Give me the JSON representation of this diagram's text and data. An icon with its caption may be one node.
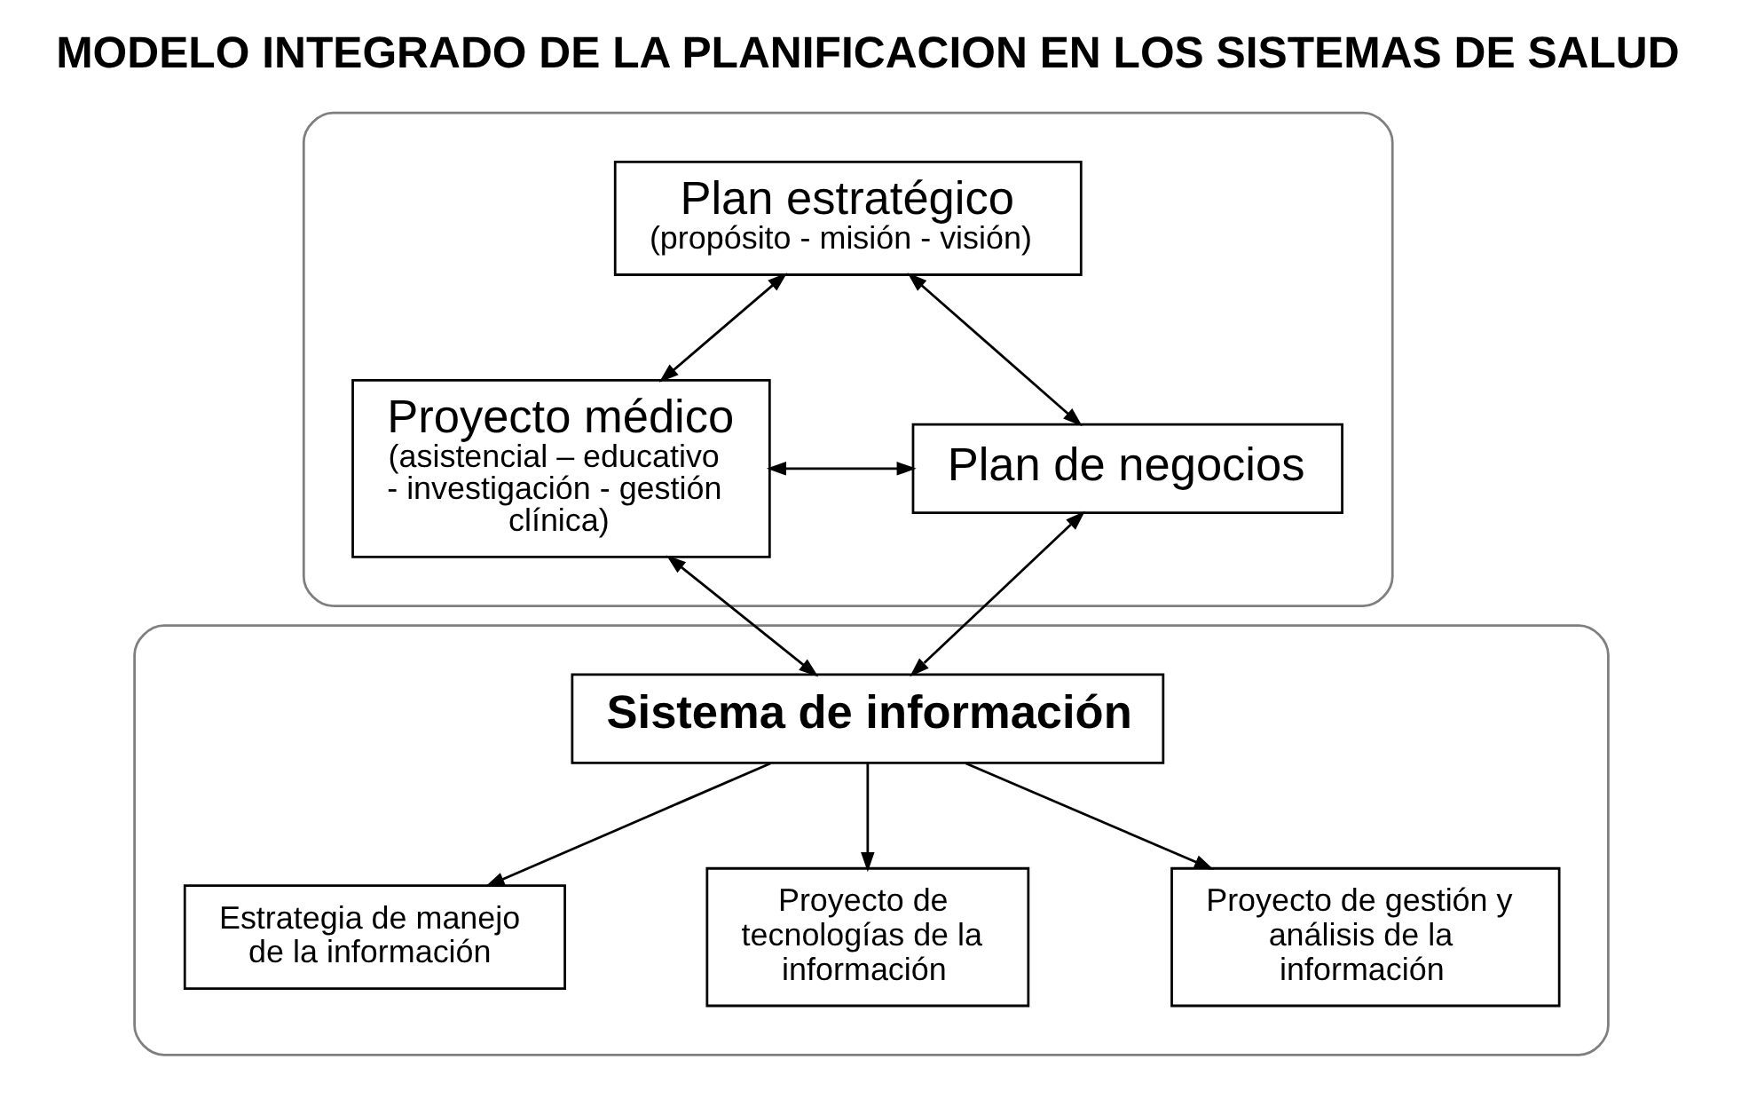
{
  "diagram": {
    "title": "MODELO INTEGRADO DE LA PLANIFICACION EN LOS SISTEMAS DE SALUD",
    "nodes": [
      {
        "text": [],
        "shape": "box"
      },
      {
        "text": [
          "Plan estratégico",
          "(propósito - misión - visión)"
        ],
        "in": 0
      },
      {
        "text": [
          "Proyecto médico",
          "(asistencial – educativo - investigación - gestión clínica)"
        ],
        "in": 0
      },
      {
        "text": [
          "Plan de negocios"
        ],
        "in": 0
      },
      {
        "text": [],
        "shape": "box"
      },
      {
        "text": [
          "Sistema de información"
        ],
        "in": 4
      },
      {
        "text": [
          "Estrategia de manejo de la información"
        ],
        "in": 4
      },
      {
        "text": [
          "Proyecto de tecnologías de la información"
        ],
        "in": 4
      },
      {
        "text": [
          "Proyecto de gestión y análisis de la información"
        ],
        "in": 4
      }
    ],
    "edges": [
      {
        "from": 1,
        "to": 2,
        "arrow": "both"
      },
      {
        "from": 1,
        "to": 3,
        "arrow": "both"
      },
      {
        "from": 2,
        "to": 3,
        "arrow": "both"
      },
      {
        "from": 2,
        "to": 5,
        "arrow": "both"
      },
      {
        "from": 3,
        "to": 5,
        "arrow": "both"
      },
      {
        "from": 5,
        "to": 6,
        "arrow": "to"
      },
      {
        "from": 5,
        "to": 7,
        "arrow": "to"
      },
      {
        "from": 5,
        "to": 8,
        "arrow": "to"
      }
    ]
  }
}
